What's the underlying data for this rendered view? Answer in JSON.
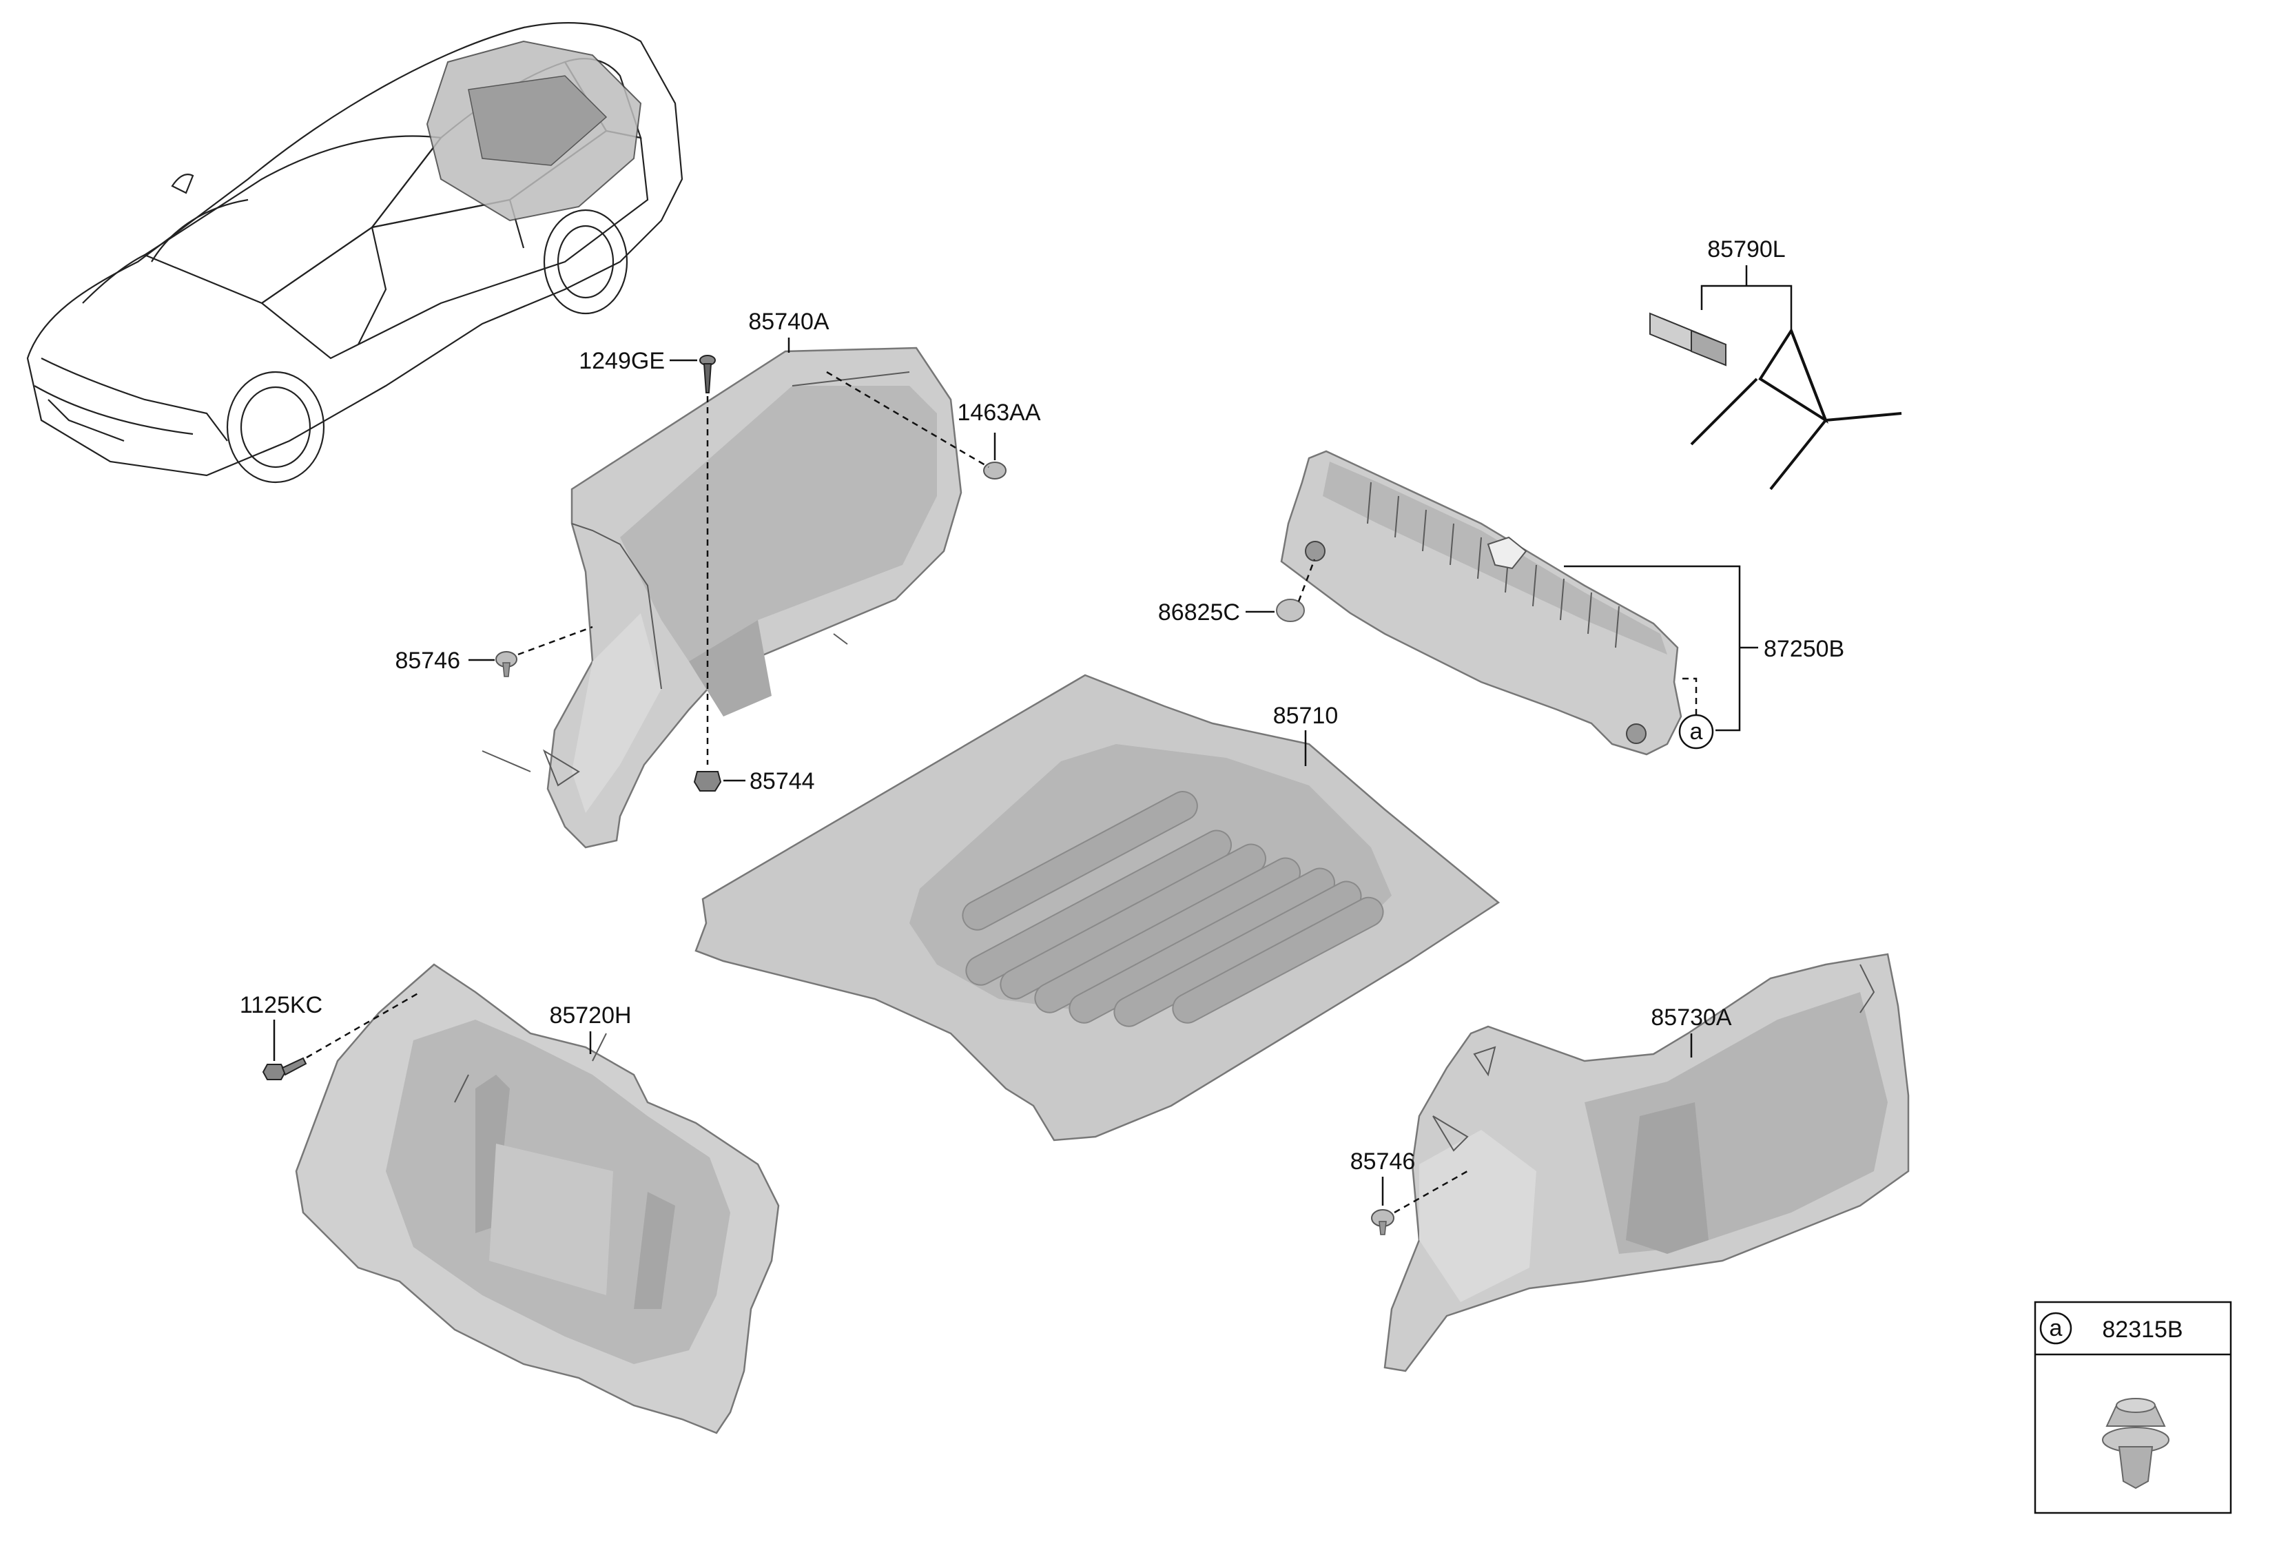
{
  "labels": {
    "p85790L": "85790L",
    "p85740A": "85740A",
    "p1249GE": "1249GE",
    "p1463AA": "1463AA",
    "p86825C": "86825C",
    "p87250B": "87250B",
    "p85746a": "85746",
    "p85710": "85710",
    "p85744": "85744",
    "p1125KC": "1125KC",
    "p85720H": "85720H",
    "p85730A": "85730A",
    "p85746b": "85746",
    "marker_a": "a"
  },
  "legend": {
    "marker": "a",
    "part": "82315B"
  },
  "colors": {
    "part_fill": "#cfcfcf",
    "part_shade": "#b4b4b4",
    "line": "#111111"
  }
}
